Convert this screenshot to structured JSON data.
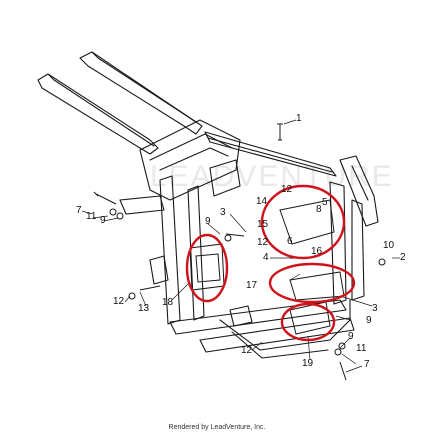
{
  "diagram": {
    "watermark": "LEADVENTURE",
    "footer": "Rendered by LeadVenture, Inc.",
    "accent_color": "#d0121b",
    "line_color": "#1a1a1a",
    "callouts": {
      "c1": "1",
      "c2": "2",
      "c3": "3",
      "c3b": "3",
      "c4": "4",
      "c5": "5",
      "c6": "6",
      "c7a": "7",
      "c7b": "7",
      "c8": "8",
      "c9a": "9",
      "c9b": "9",
      "c9c": "9",
      "c9d": "9",
      "c10": "10",
      "c11a": "11",
      "c11b": "11",
      "c12a": "12",
      "c12b": "12",
      "c12c": "12",
      "c12d": "12",
      "c13": "13",
      "c14": "14",
      "c15": "15",
      "c16": "16",
      "c17": "17",
      "c18": "18",
      "c19": "19"
    }
  }
}
